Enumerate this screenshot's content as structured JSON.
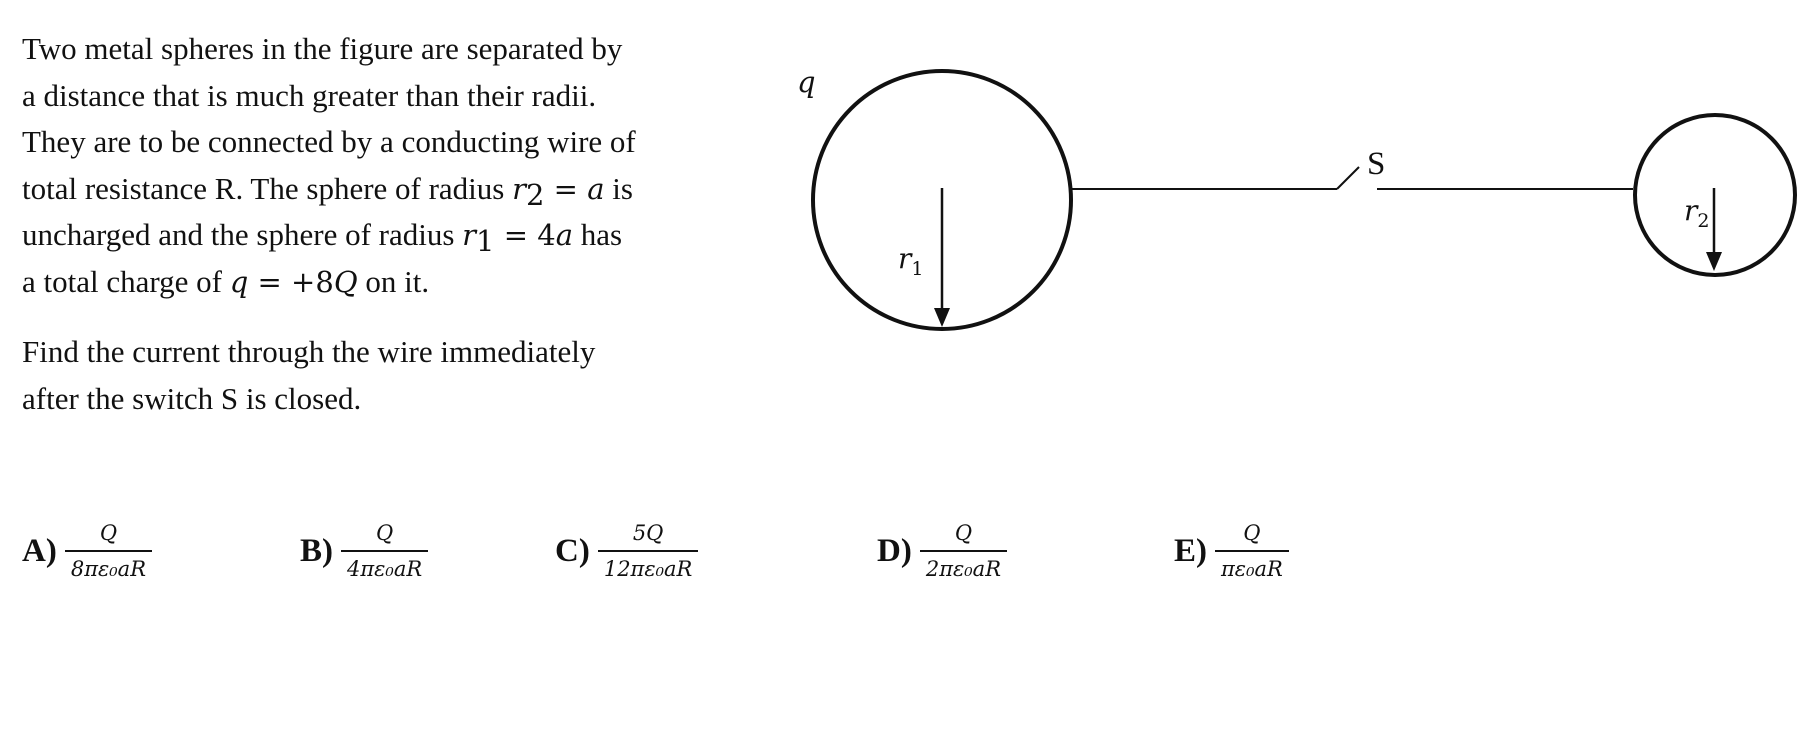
{
  "problem": {
    "line1": "Two metal spheres in the figure are separated by",
    "line2": "a distance that is much greater than their radii.",
    "line3": "They are to be connected by a conducting wire of",
    "line4_a": "total resistance R. The sphere of radius ",
    "r2_var": "r",
    "r2_sub": "2",
    "r2_eq": " = ",
    "r2_val": "a",
    "line4_b": " is",
    "line5_a": "uncharged and the sphere of radius ",
    "r1_var": "r",
    "r1_sub": "1",
    "r1_eq": " = 4",
    "r1_val": "a",
    "line5_b": " has",
    "line6_a": "a total charge of ",
    "q_var": "q",
    "q_eq": " = +8",
    "q_val": "Q",
    "line6_b": " on it.",
    "question_line1": "Find the current through the wire immediately",
    "question_line2": "after the switch S is closed."
  },
  "figure": {
    "charge_label": "q",
    "switch_label": "S",
    "r1_var": "r",
    "r1_sub": "1",
    "r2_var": "r",
    "r2_sub": "2"
  },
  "answers": [
    {
      "label": "A)",
      "numerator": "Q",
      "denominator": "8πε₀aR"
    },
    {
      "label": "B)",
      "numerator": "Q",
      "denominator": "4πε₀aR"
    },
    {
      "label": "C)",
      "numerator": "5Q",
      "denominator": "12πε₀aR"
    },
    {
      "label": "D)",
      "numerator": "Q",
      "denominator": "2πε₀aR"
    },
    {
      "label": "E)",
      "numerator": "Q",
      "denominator": "πε₀aR"
    }
  ]
}
